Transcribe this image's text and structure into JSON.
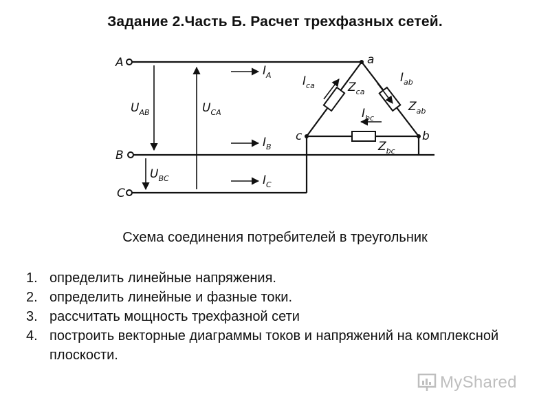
{
  "title": "Задание 2.Часть Б. Расчет трехфазных сетей.",
  "diagram": {
    "nodes": {
      "A": "A",
      "B": "B",
      "C": "C",
      "a": "a",
      "b": "b",
      "c": "c"
    },
    "voltages": [
      {
        "main": "U",
        "sub": "AB"
      },
      {
        "main": "U",
        "sub": "CA"
      },
      {
        "main": "U",
        "sub": "BC"
      }
    ],
    "line_currents": [
      {
        "main": "I",
        "sub": "A"
      },
      {
        "main": "I",
        "sub": "B"
      },
      {
        "main": "I",
        "sub": "C"
      }
    ],
    "phase_currents": [
      {
        "main": "I",
        "sub": "ca"
      },
      {
        "main": "I",
        "sub": "ab"
      },
      {
        "main": "I",
        "sub": "bc"
      }
    ],
    "impedances": [
      {
        "main": "Z",
        "sub": "ca"
      },
      {
        "main": "Z",
        "sub": "ab"
      },
      {
        "main": "Z",
        "sub": "bc"
      }
    ]
  },
  "caption": "Схема соединения потребителей в треугольник",
  "tasks": [
    {
      "num": "1.",
      "text": "определить линейные напряжения."
    },
    {
      "num": "2.",
      "text": "определить линейные и фазные токи."
    },
    {
      "num": "3.",
      "text": "рассчитать мощность трехфазной сети"
    },
    {
      "num": "4.",
      "text": "построить векторные диаграммы токов и напряжений на комплексной плоскости."
    }
  ],
  "watermark": "MyShared"
}
